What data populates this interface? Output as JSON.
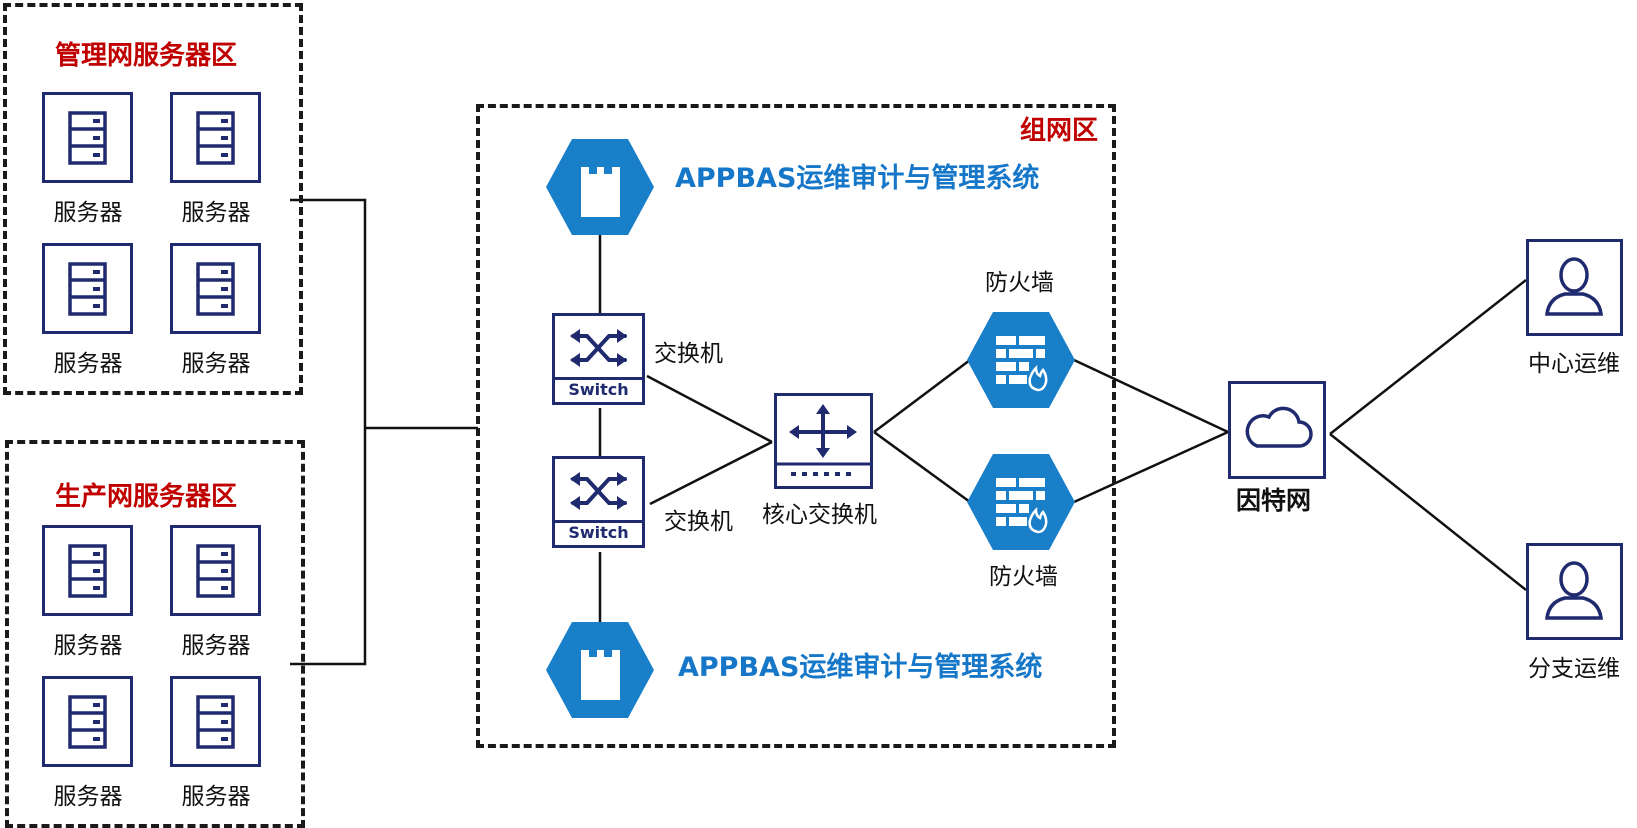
{
  "zones": {
    "mgmt_title": "管理网服务器区",
    "prod_title": "生产网服务器区",
    "network_title": "组网区"
  },
  "server_label": "服务器",
  "mgmt_servers": [
    "服务器",
    "服务器",
    "服务器",
    "服务器"
  ],
  "prod_servers": [
    "服务器",
    "服务器",
    "服务器",
    "服务器"
  ],
  "network": {
    "audit_top": "APPBAS运维审计与管理系统",
    "audit_bottom": "APPBAS运维审计与管理系统",
    "switch_top_label": "交换机",
    "switch_bottom_label": "交换机",
    "switch_caption": "Switch",
    "core_switch_label": "核心交换机",
    "firewall_top_label": "防火墙",
    "firewall_bottom_label": "防火墙"
  },
  "internet_label": "因特网",
  "users": {
    "center": "中心运维",
    "branch": "分支运维"
  },
  "colors": {
    "zone_title": "#c00000",
    "icon_stroke": "#1f2a6f",
    "hex_fill": "#1a7fc9",
    "system_text": "#1677c8"
  }
}
